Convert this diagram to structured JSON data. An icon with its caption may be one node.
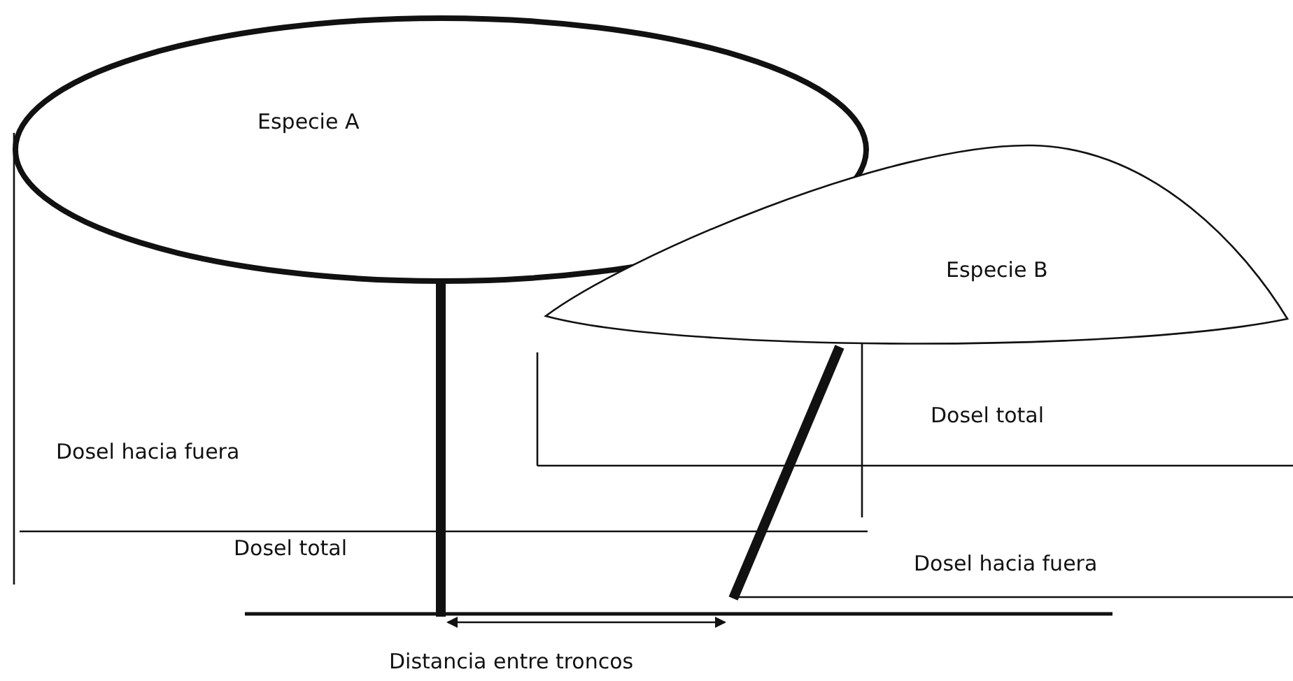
{
  "diagram": {
    "nodes": [
      {
        "text": [
          "Especie A"
        ]
      },
      {
        "text": [
          "Especie B"
        ]
      }
    ],
    "labels": [
      "Dosel total",
      "Dosel hacia fuera",
      "Dosel total",
      "Dosel hacia fuera",
      "Distancia entre troncos"
    ]
  }
}
